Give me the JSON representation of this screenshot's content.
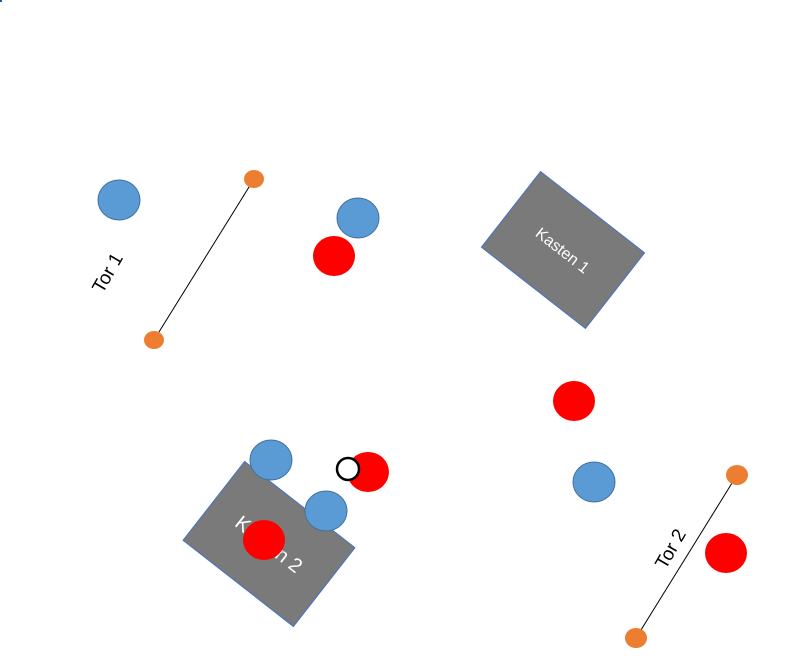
{
  "colors": {
    "blue_player": "#5b9bd5",
    "red_player": "#ff0000",
    "goal_post": "#ed7d31",
    "box": "#7a7a7a",
    "box_border": "#4472c4",
    "ball": "#ffffff"
  },
  "goals": [
    {
      "label": "Tor 1"
    },
    {
      "label": "Tor 2"
    }
  ],
  "boxes": [
    {
      "label": "Kasten 1"
    },
    {
      "label": "Kasten 2"
    }
  ]
}
